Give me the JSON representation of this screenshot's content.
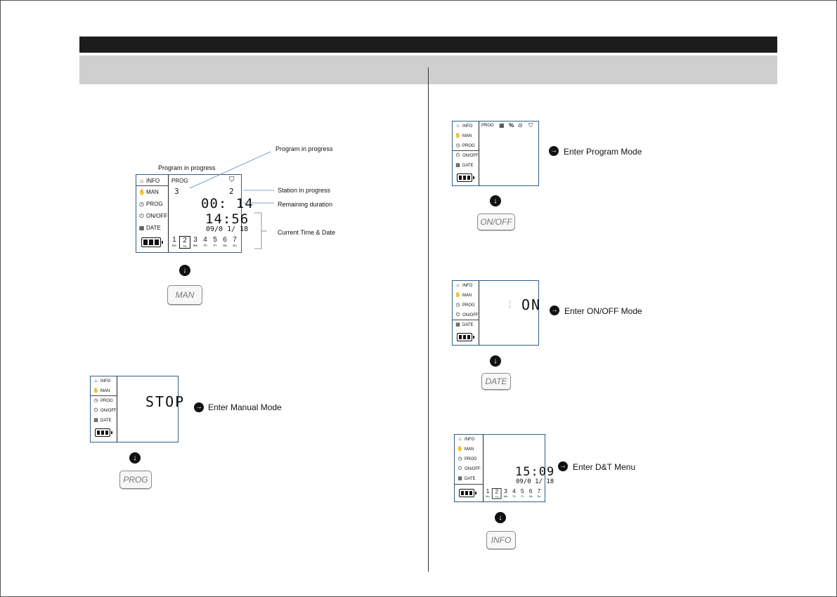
{
  "keys": {
    "man": "MAN",
    "prog": "PROG",
    "onoff": "ON/OFF",
    "date": "DATE",
    "info": "INFO"
  },
  "lcd_menu": {
    "info": "INFO",
    "man": "MAN",
    "prog": "PROG",
    "onoff": "ON/OFF",
    "date": "DATE"
  },
  "info_screen": {
    "prog_label": "PROG",
    "program_number": "3",
    "station_number": "2",
    "remaining": "00: 14",
    "time": "14:56",
    "date": "09/0 1/ 18",
    "days": [
      {
        "n": "1",
        "d": "Mo"
      },
      {
        "n": "2",
        "d": "Tu"
      },
      {
        "n": "3",
        "d": "We"
      },
      {
        "n": "4",
        "d": "Th"
      },
      {
        "n": "5",
        "d": "Fr"
      },
      {
        "n": "6",
        "d": "Sa"
      },
      {
        "n": "7",
        "d": "Su"
      }
    ],
    "selected_day": "2"
  },
  "annotations": {
    "program_top": "Program in progress",
    "program_left": "Program in progress",
    "station": "Station in progress",
    "remaining": "Remaining duration",
    "current": "Current Time & Date"
  },
  "manual_screen": {
    "display": "STOP",
    "label": "Enter Manual Mode"
  },
  "program_screen": {
    "prog_label": "PROG",
    "icons": [
      "calendar-icon",
      "percent-icon",
      "play-icon",
      "valve-icon"
    ],
    "label": "Enter Program Mode"
  },
  "onoff_screen": {
    "display": "ON",
    "label": "Enter ON/OFF Mode"
  },
  "dt_screen": {
    "time": "15:09",
    "date": "09/0 1/ 18",
    "label": "Enter D&T Menu"
  },
  "colors": {
    "lcd_border": "#2e5f8a",
    "header_dark": "#1c1c1c",
    "header_grey": "#cfcfcf",
    "annotation_line": "#5b87b8"
  }
}
